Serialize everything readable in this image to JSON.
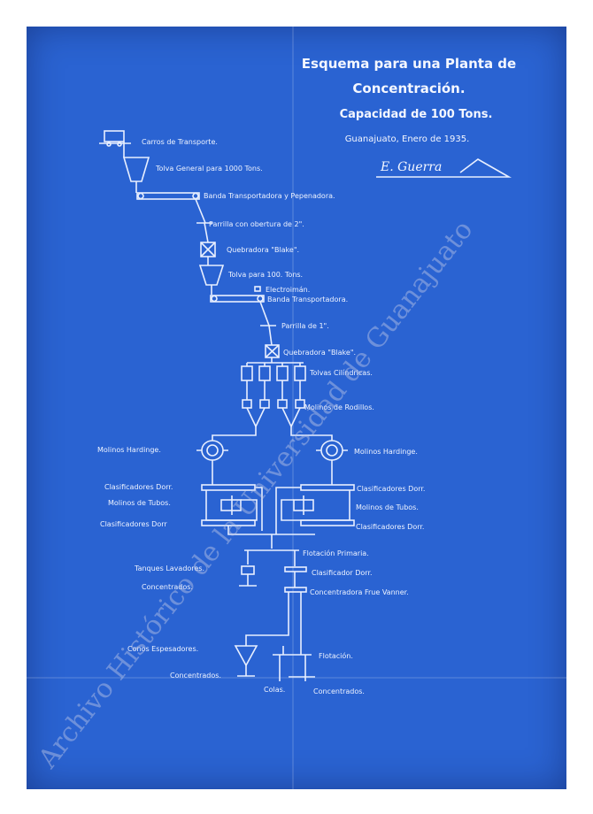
{
  "title_line1": "Esquema para una Planta de",
  "title_line2": "Concentración.",
  "capacity": "Capacidad de 100 Tons.",
  "place_date": "Guanajuato, Enero de 1935.",
  "signature": "E. Guerra",
  "watermark": "Archivo Histórico de la Universidad de Guanajuato",
  "labels": {
    "carros": "Carros de Transporte.",
    "tolva_general": "Tolva General para 1000 Tons.",
    "banda1": "Banda Transportadora y Pepenadora.",
    "parrilla2": "Parrilla con obertura de 2\".",
    "quebradora1": "Quebradora \"Blake\".",
    "tolva100": "Tolva para 100. Tons.",
    "electroiman": "Electroimán.",
    "banda2": "Banda Transportadora.",
    "parrilla1": "Parrilla de 1\".",
    "quebradora2": "Quebradora \"Blake\".",
    "tolvas_cil": "Tolvas Cilíndricas.",
    "molinos_rodillos": "Molinos de Rodillos.",
    "hardinge_left": "Molinos Hardinge.",
    "hardinge_right": "Molinos Hardinge.",
    "clasif_dorr_l1": "Clasificadores Dorr.",
    "molinos_tubos_l": "Molinos de Tubos.",
    "clasif_dorr_l2": "Clasificadores Dorr",
    "clasif_dorr_r1": "Clasificadores Dorr.",
    "molinos_tubos_r": "Molinos de Tubos.",
    "clasif_dorr_r2": "Clasificadores Dorr.",
    "flotacion_primaria": "Flotación Primaria.",
    "tanques_lavadores": "Tanques Lavadores.",
    "clasificador_dorr": "Clasificador Dorr.",
    "concentrados1": "Concentrados.",
    "concentradora_frue": "Concentradora Frue Vanner.",
    "conos": "Conos Espesadores.",
    "concentrados2": "Concentrados.",
    "flotacion": "Flotación.",
    "colas": "Colas.",
    "concentrados3": "Concentrados."
  }
}
